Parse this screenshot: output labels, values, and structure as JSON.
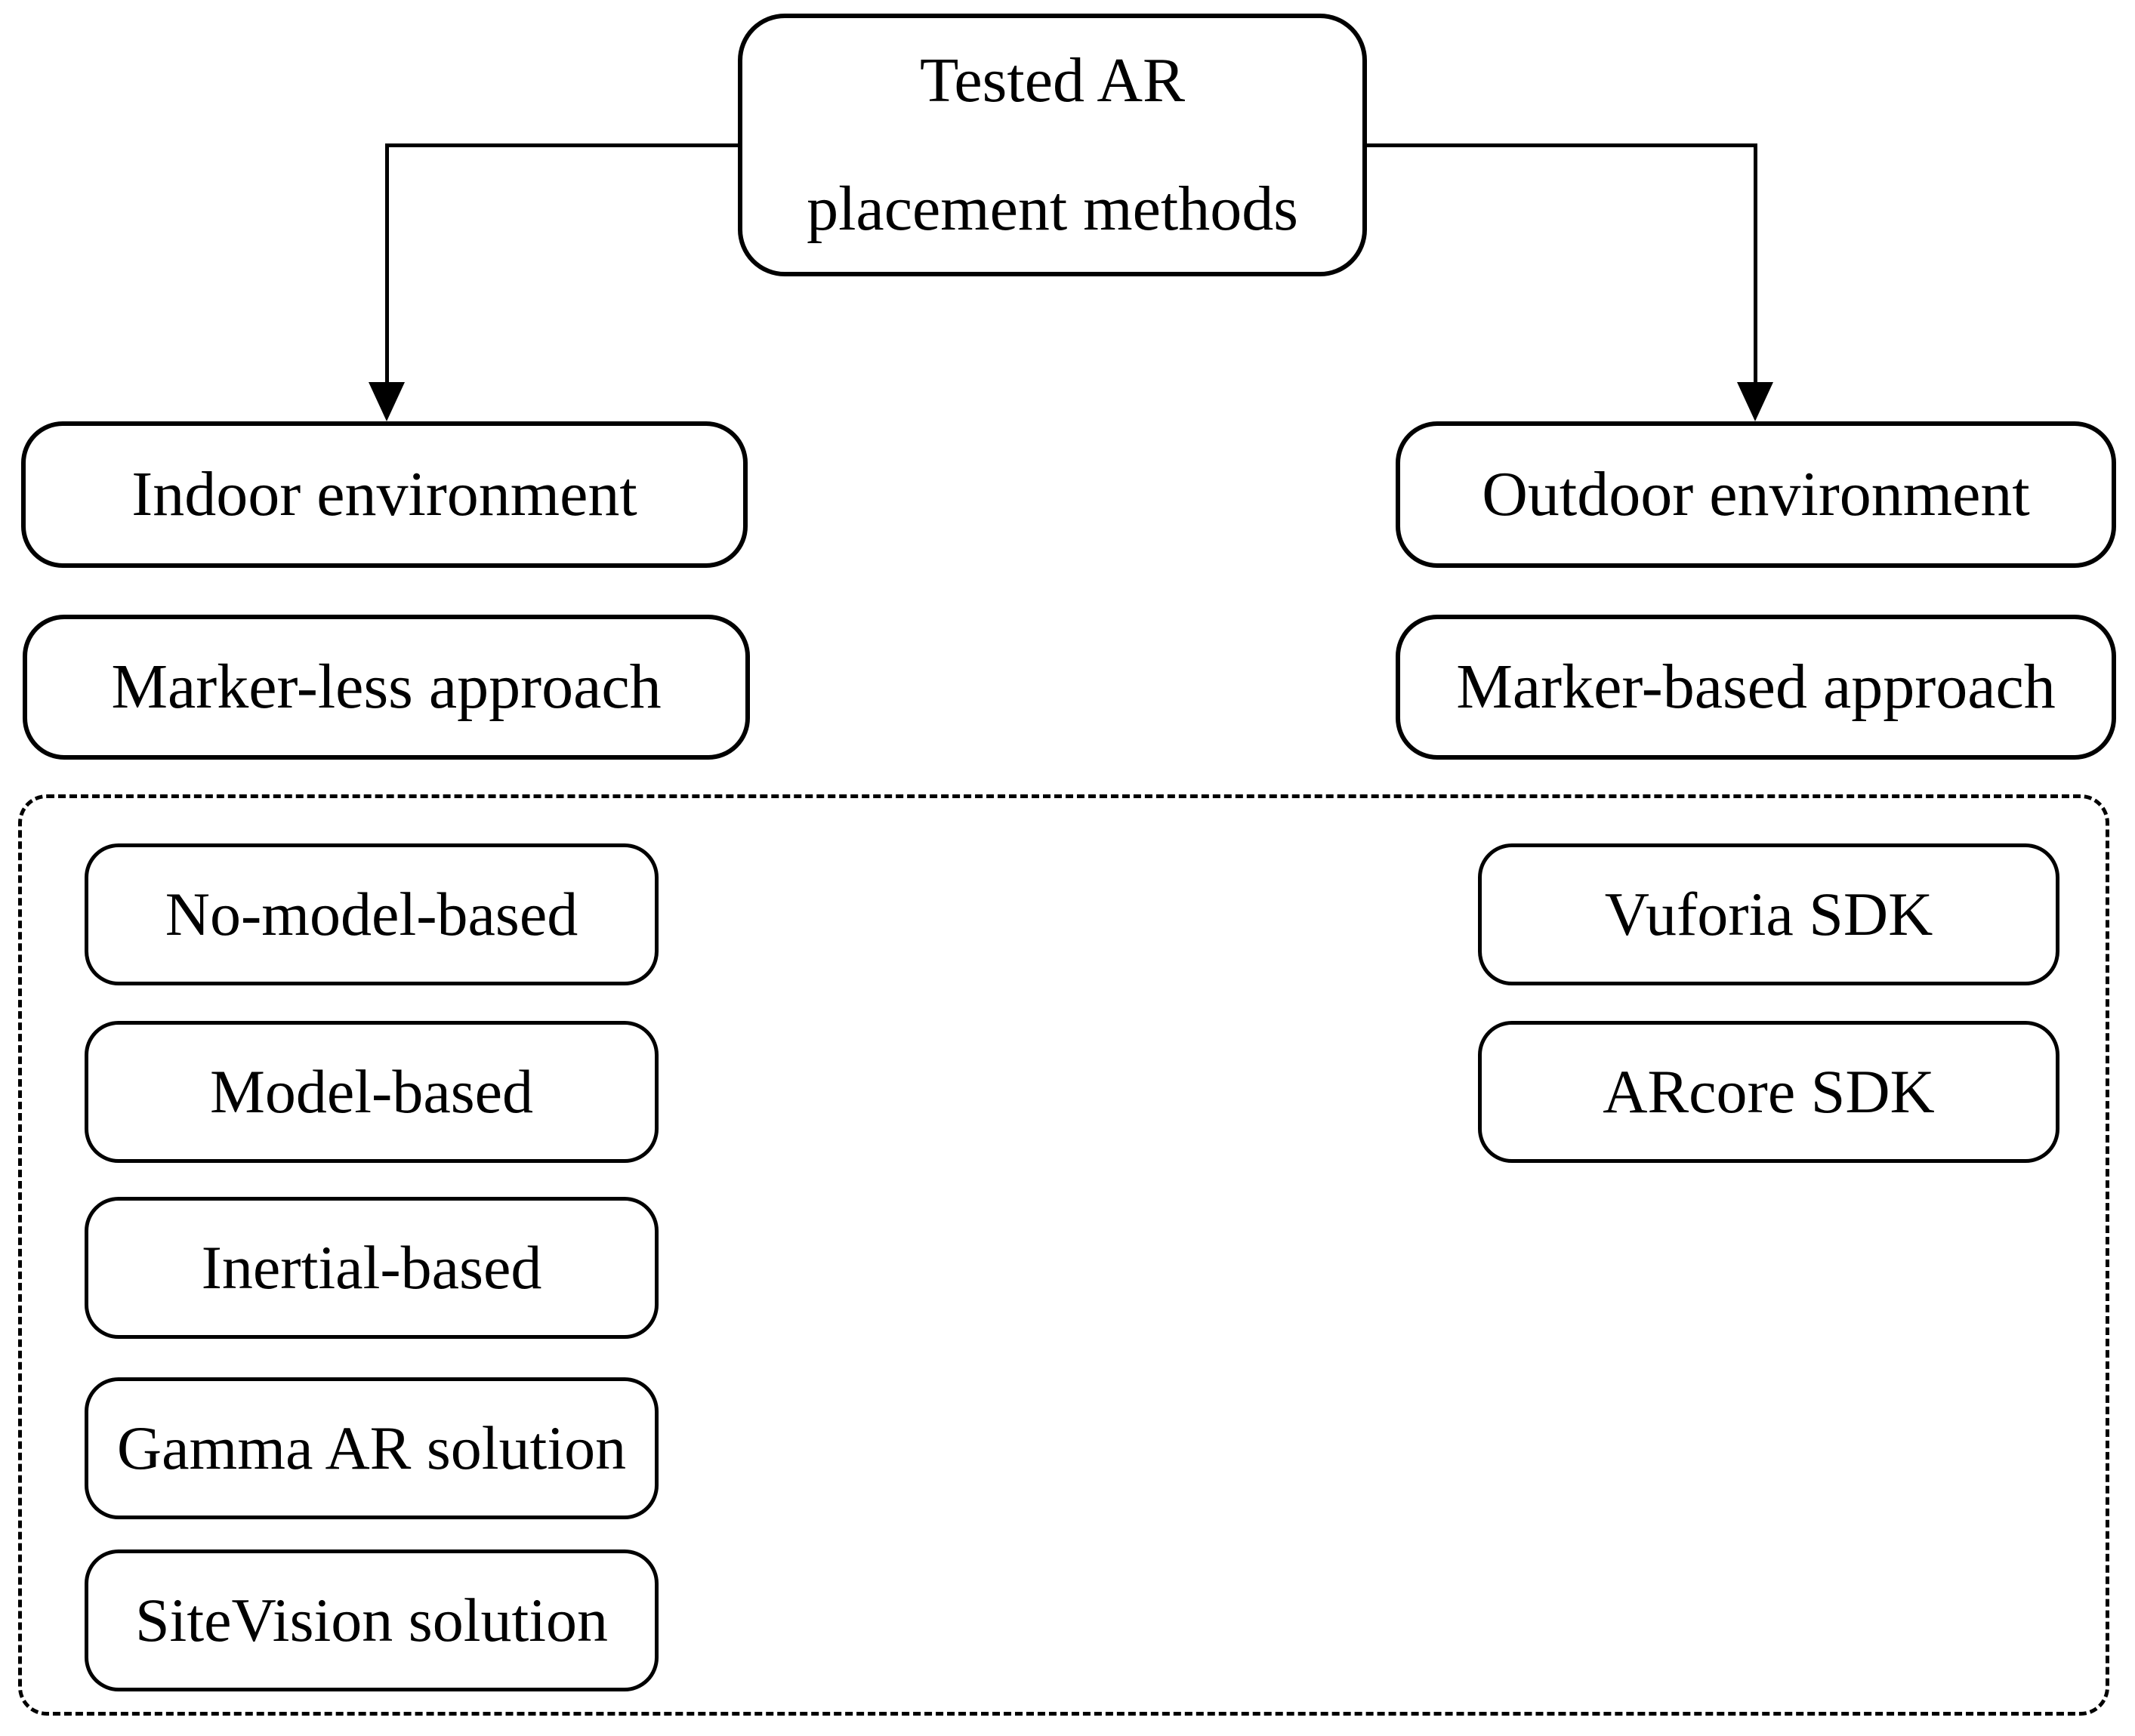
{
  "figure": {
    "root": {
      "line1": "Tested AR",
      "line2": "placement methods"
    },
    "indoor": {
      "environment": "Indoor environment",
      "approach": "Marker-less approach",
      "methods": [
        "No-model-based",
        "Model-based",
        "Inertial-based",
        "Gamma AR solution",
        "SiteVision solution"
      ]
    },
    "outdoor": {
      "environment": "Outdoor environment",
      "approach": "Marker-based approach",
      "methods": [
        "Vuforia SDK",
        "ARcore SDK"
      ]
    }
  },
  "colors": {
    "stroke": "#000000",
    "background": "#ffffff"
  }
}
